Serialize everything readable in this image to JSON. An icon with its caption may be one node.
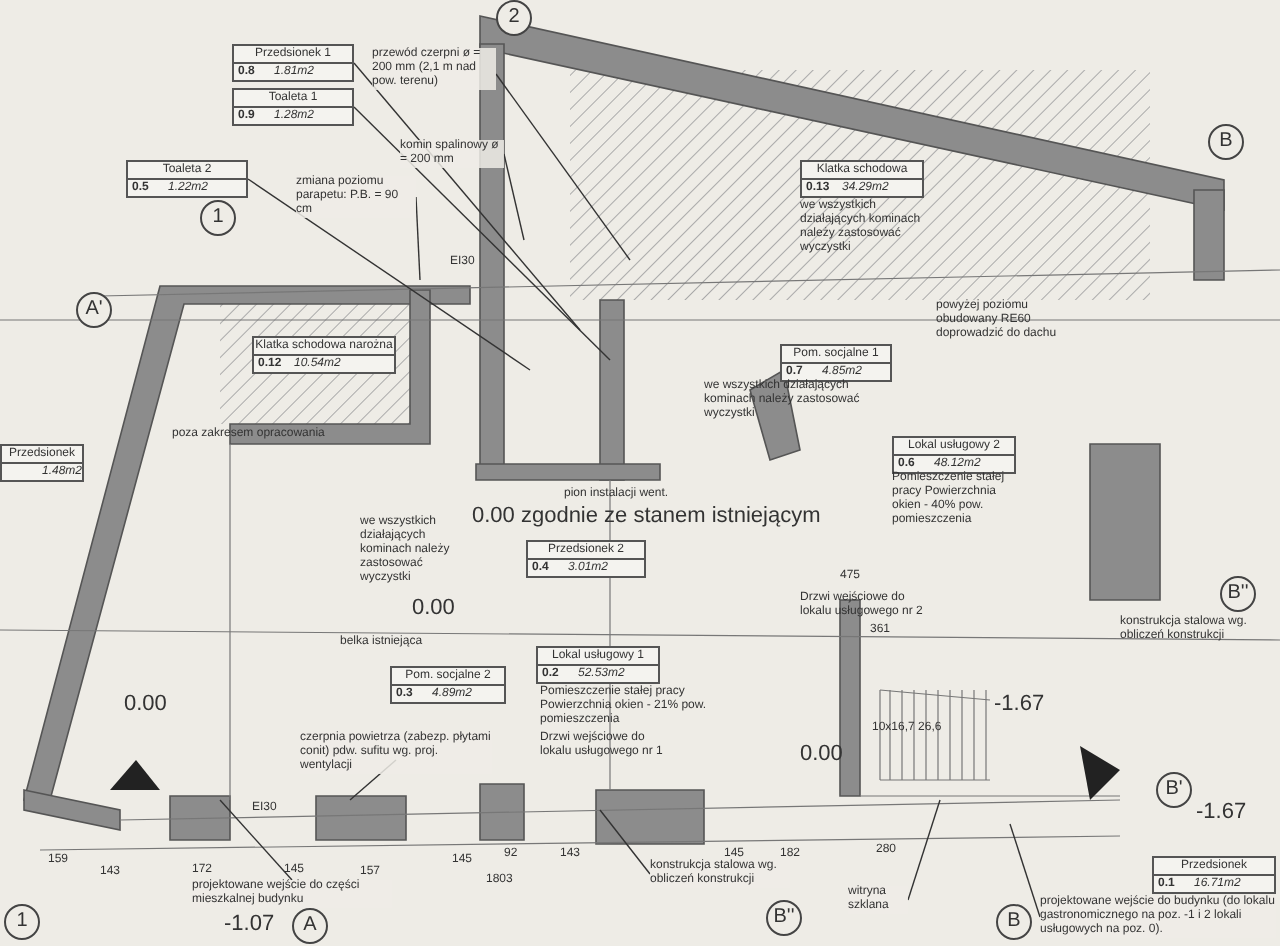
{
  "diagram": {
    "nodes": [
      {
        "text": [
          "Przedsionek 1",
          "0.8",
          "1.81m2"
        ]
      },
      {
        "text": [
          "Toaleta 1",
          "0.9",
          "1.28m2"
        ]
      },
      {
        "text": [
          "Toaleta 2",
          "0.5",
          "1.22m2"
        ]
      },
      {
        "text": [
          "Klatka schodowa",
          "0.13",
          "34.29m2"
        ]
      },
      {
        "text": [
          "Klatka schodowa narożna",
          "0.12",
          "10.54m2"
        ]
      },
      {
        "text": [
          "Pom. socjalne 1",
          "0.7",
          "4.85m2"
        ]
      },
      {
        "text": [
          "Lokal usługowy 2",
          "0.6",
          "48.12m2"
        ]
      },
      {
        "text": [
          "Przedsionek",
          "1.48m2"
        ]
      },
      {
        "text": [
          "Przedsionek 2",
          "0.4",
          "3.01m2"
        ]
      },
      {
        "text": [
          "Lokal usługowy 1",
          "0.2",
          "52.53m2"
        ]
      },
      {
        "text": [
          "Pom. socjalne 2",
          "0.3",
          "4.89m2"
        ]
      },
      {
        "text": [
          "Przedsionek",
          "0.1",
          "16.71m2"
        ]
      },
      {
        "text": [
          "przewód czerpni ø = 200 mm (2,1 m nad pow. terenu)"
        ]
      },
      {
        "text": [
          "komin spalinowy ø = 200 mm"
        ]
      },
      {
        "text": [
          "zmiana poziomu parapetu: P.B. = 90 cm"
        ]
      },
      {
        "text": [
          "czerpnia powietrza (zabezp. płytami conit) pdw. sufitu wg. proj. wentylacji"
        ]
      },
      {
        "text": [
          "projektowane wejście do części mieszkalnej budynku"
        ]
      },
      {
        "text": [
          "konstrukcja stalowa wg. obliczeń konstrukcji"
        ]
      },
      {
        "text": [
          "witryna szklana"
        ]
      },
      {
        "text": [
          "projektowane wejście do budynku (do lokalu gastronomicznego na poz. -1 i 2 lokali usługowych na poz. 0)."
        ]
      },
      {
        "text": [
          "2"
        ]
      },
      {
        "text": [
          "1"
        ]
      },
      {
        "text": [
          "A'"
        ]
      },
      {
        "text": [
          "B"
        ]
      },
      {
        "text": [
          "B''"
        ]
      },
      {
        "text": [
          "B'"
        ]
      },
      {
        "text": [
          "1"
        ]
      },
      {
        "text": [
          "A"
        ]
      },
      {
        "text": [
          "B''"
        ]
      },
      {
        "text": [
          "B"
        ]
      }
    ],
    "edges": [
      {
        "from": 0,
        "to": null,
        "arrow": "none"
      },
      {
        "from": 1,
        "to": null,
        "arrow": "none"
      },
      {
        "from": 2,
        "to": null,
        "arrow": "none"
      },
      {
        "from": 12,
        "to": null,
        "arrow": "none"
      },
      {
        "from": 13,
        "to": null,
        "arrow": "none"
      },
      {
        "from": 14,
        "to": null,
        "arrow": "none"
      },
      {
        "from": 15,
        "to": null,
        "arrow": "none"
      },
      {
        "from": 16,
        "to": null,
        "arrow": "none"
      },
      {
        "from": 17,
        "to": null,
        "arrow": "none"
      },
      {
        "from": 18,
        "to": null,
        "arrow": "none"
      },
      {
        "from": 19,
        "to": null,
        "arrow": "none"
      }
    ],
    "labels": [
      "we wszystkich działających kominach należy zastosować wyczystki",
      "powyżej poziomu obudowany RE60 doprowadzić do dachu",
      "we wszystkich działających kominach należy zastosować wyczystki",
      "poza zakresem opracowania",
      "pion instalacji went.",
      "we wszystkich działających kominach należy zastosować wyczystki",
      "0.00 zgodnie ze stanem istniejącym",
      "Pomieszczenie stałej pracy Powierzchnia okien - 40% pow. pomieszczenia",
      "0.00",
      "konstrukcja stalowa wg. obliczeń konstrukcji",
      "belka istniejąca",
      "Pomieszczenie stałej pracy Powierzchnia okien - 21% pow. pomieszczenia",
      "Drzwi wejściowe do lokalu usługowego nr 2",
      "475",
      "361",
      "0.00",
      "Drzwi wejściowe do lokalu usługowego nr 1",
      "0.00",
      "10x16,7 26,6",
      "-1.67",
      "-1.67",
      "EI30",
      "EI30",
      "159",
      "143",
      "172",
      "145",
      "157",
      "145",
      "92",
      "143",
      "145",
      "182",
      "280",
      "1803",
      "-1.07"
    ]
  }
}
